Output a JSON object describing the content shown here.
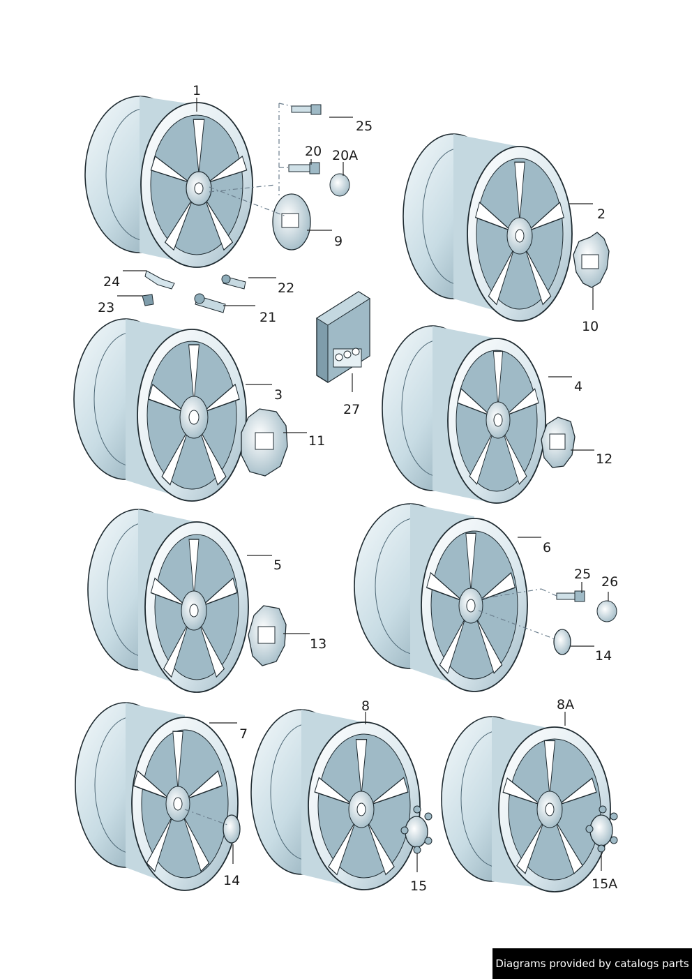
{
  "diagram": {
    "callouts": {
      "c1": "1",
      "c2": "2",
      "c3": "3",
      "c4": "4",
      "c5": "5",
      "c6": "6",
      "c7": "7",
      "c8": "8",
      "c8a": "8A",
      "c9": "9",
      "c10": "10",
      "c11": "11",
      "c12": "12",
      "c13": "13",
      "c14a": "14",
      "c14b": "14",
      "c15": "15",
      "c15a": "15A",
      "c20": "20",
      "c20a": "20A",
      "c21": "21",
      "c22": "22",
      "c23": "23",
      "c24": "24",
      "c25a": "25",
      "c25b": "25",
      "c26": "26",
      "c27": "27"
    },
    "colors": {
      "fill_light": "#e6f0f4",
      "fill_mid": "#b7cfd9",
      "fill_dark": "#5f7f8f",
      "line": "#1e2a30"
    }
  },
  "footer": {
    "text": "Diagrams provided by catalogs parts"
  }
}
